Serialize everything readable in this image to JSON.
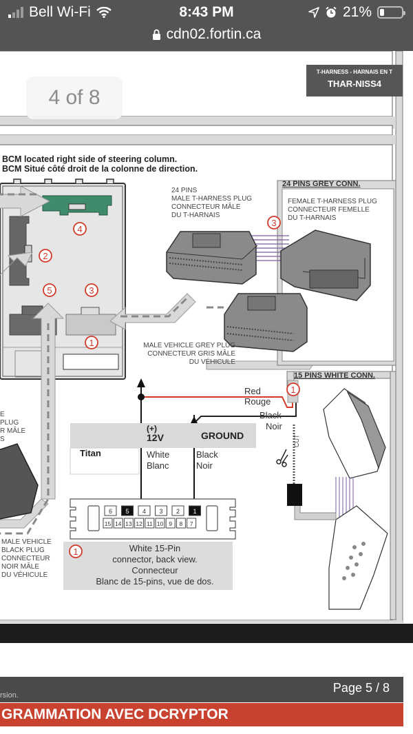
{
  "status_bar": {
    "carrier": "Bell Wi-Fi",
    "time": "8:43 PM",
    "battery": "21%",
    "battery_level": 0.21,
    "url": "cdn02.fortin.ca",
    "icons": [
      "signal-icon",
      "wifi-icon",
      "location-icon",
      "alarm-icon",
      "battery-icon",
      "lock-icon"
    ]
  },
  "viewer": {
    "page_counter": "4 of 8"
  },
  "document": {
    "tag_label": "T-HARNESS - HARNAIS EN T",
    "tag_code": "THAR-NISS4",
    "bcm_line1": "BCM located right side of steering column.",
    "bcm_line2": "BCM Situé côté droit de la colonne de direction.",
    "connectors": {
      "grey24_title": "24 PINS GREY CONN.",
      "male_tharness": [
        "24  PINS",
        "MALE T-HARNESS PLUG",
        "CONNECTEUR MÂLE",
        "DU T-HARNAIS"
      ],
      "female_tharness": [
        "FEMALE T-HARNESS PLUG",
        "CONNECTEUR FEMELLE",
        "DU T-HARNAIS"
      ],
      "male_vehicle_grey": [
        "MALE VEHICLE GREY PLUG",
        "CONNECTEUR GRIS MÂLE",
        "DU VÉHICULE"
      ],
      "male_vehicle_black": [
        "MALE VEHICLE",
        "BLACK PLUG",
        "CONNECTEUR",
        "NOIR MÂLE",
        "DU VÉHICULE"
      ],
      "left_partial": [
        "E",
        "PLUG",
        "R MÂLE",
        "S"
      ],
      "white15_title": "15 PINS WHITE CONN.",
      "callouts": [
        "1",
        "2",
        "3",
        "4",
        "5"
      ]
    },
    "wires": {
      "red": [
        "Red",
        "Rouge"
      ],
      "black": [
        "Black",
        "Noir"
      ],
      "cut": "CUT",
      "red_color": "#d23a2a"
    },
    "table": {
      "col1_header": "",
      "col2_header": [
        "(+)",
        "12V"
      ],
      "col3_header": "GROUND",
      "row_label": "Titan",
      "col2_value": [
        "White",
        "Blanc"
      ],
      "col3_value": [
        "Black",
        "Noir"
      ]
    },
    "pinout": {
      "top_row": [
        "6",
        "5",
        "4",
        "3",
        "2",
        "1"
      ],
      "bottom_row": [
        "15",
        "14",
        "13",
        "12",
        "11",
        "10",
        "9",
        "8",
        "7"
      ],
      "highlighted": [
        "5",
        "1"
      ],
      "caption_num": "1",
      "caption": [
        "White 15-Pin",
        "connector, back view.",
        "Connecteur",
        "Blanc de 15-pins, vue de dos."
      ]
    }
  },
  "next_page": {
    "footer_left": "rsion.",
    "page": "Page 5 / 8",
    "section_title": "GRAMMATION AVEC DCRYPTOR"
  }
}
